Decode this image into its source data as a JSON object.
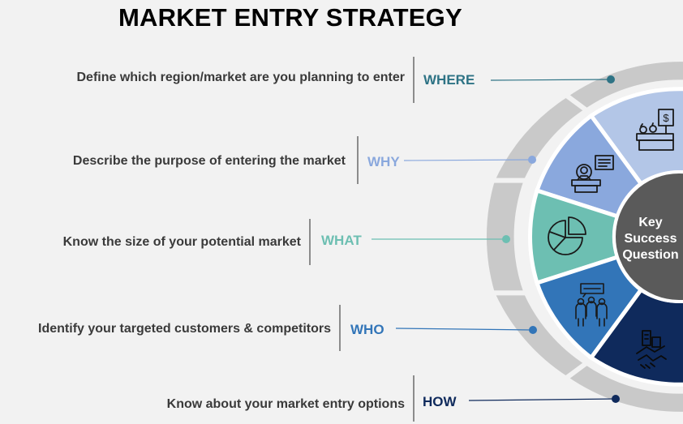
{
  "title": "MARKET ENTRY STRATEGY",
  "center": [
    "Key",
    "Success",
    "Question"
  ],
  "rows": [
    {
      "key": "WHERE",
      "desc": "Define which region/market are you planning to enter",
      "color": "#2e7385",
      "icon": "store-price-icon"
    },
    {
      "key": "WHY",
      "desc": "Describe the purpose of entering the market",
      "color": "#8aa8dd",
      "icon": "presenter-icon"
    },
    {
      "key": "WHAT",
      "desc": "Know the size of your potential market",
      "color": "#6dbfb2",
      "icon": "pie-chart-icon"
    },
    {
      "key": "WHO",
      "desc": "Identify your targeted customers & competitors",
      "color": "#3275b8",
      "icon": "team-chat-icon"
    },
    {
      "key": "HOW",
      "desc": "Know about your market entry options",
      "color": "#0f2a5c",
      "icon": "handshake-icon"
    }
  ]
}
